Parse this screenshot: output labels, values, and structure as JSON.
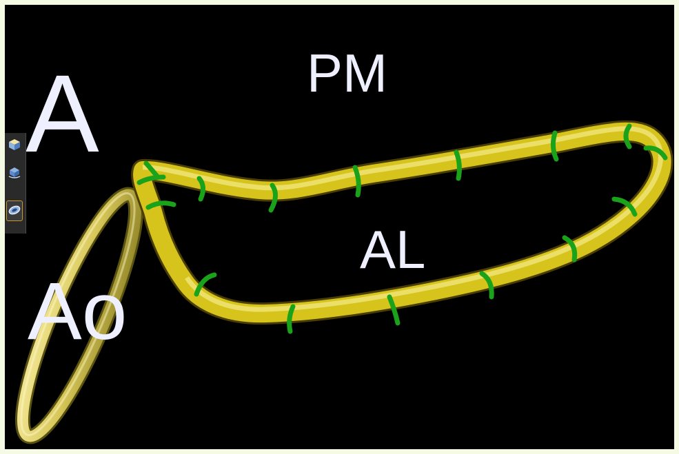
{
  "viewer": {
    "labels": {
      "a": "A",
      "pm": "PM",
      "al": "AL",
      "ao": "Ao"
    },
    "toolbar": {
      "buttons": [
        {
          "icon": "cube-icon",
          "active": false
        },
        {
          "icon": "rotate-cube-icon",
          "active": false
        },
        {
          "icon": "annulus-view-icon",
          "active": true
        }
      ]
    },
    "colors": {
      "background": "#000000",
      "tube": "#e0cc20",
      "markers": "#1aa31a",
      "label": "#eef0ff",
      "frame": "#f4fae3"
    }
  }
}
